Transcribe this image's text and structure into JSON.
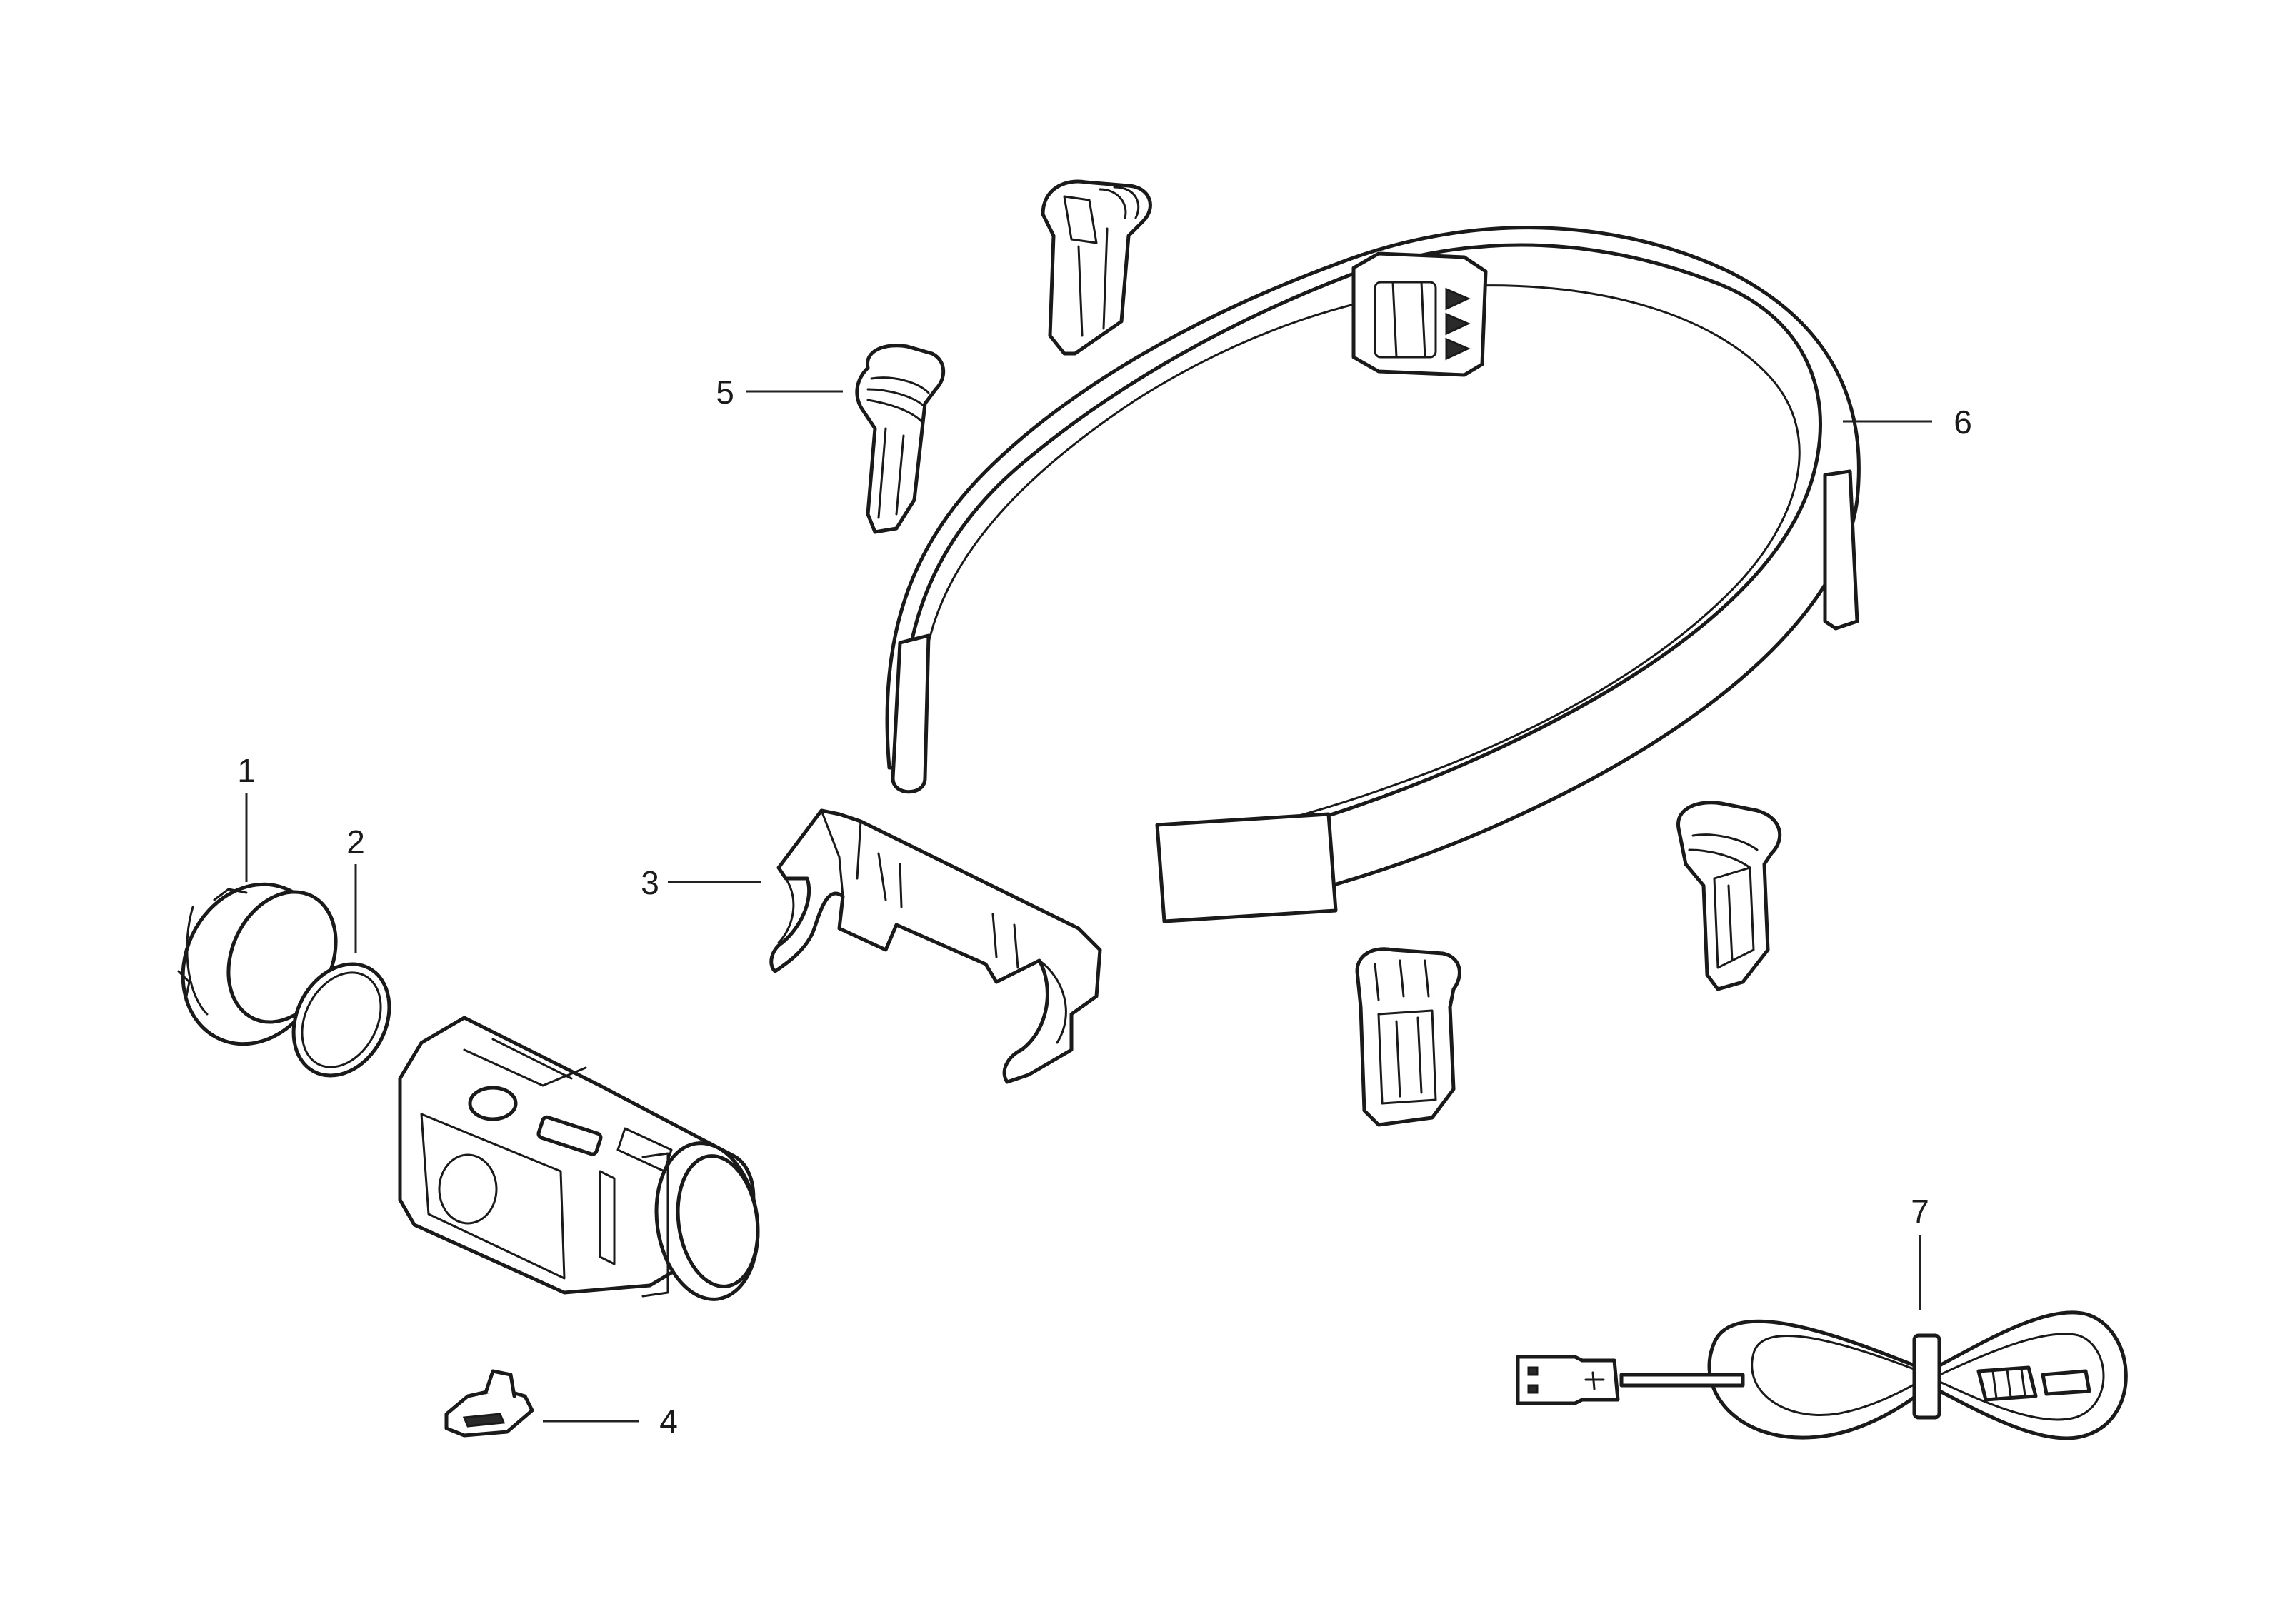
{
  "callouts": [
    {
      "id": "1",
      "label": "1",
      "part": "lens-retaining-ring"
    },
    {
      "id": "2",
      "label": "2",
      "part": "o-ring"
    },
    {
      "id": "3",
      "label": "3",
      "part": "lamp-mounting-bracket"
    },
    {
      "id": "4",
      "label": "4",
      "part": "port-cover"
    },
    {
      "id": "5",
      "label": "5",
      "part": "hard-hat-clips"
    },
    {
      "id": "6",
      "label": "6",
      "part": "headband-strap"
    },
    {
      "id": "7",
      "label": "7",
      "part": "usb-charging-cable"
    }
  ]
}
